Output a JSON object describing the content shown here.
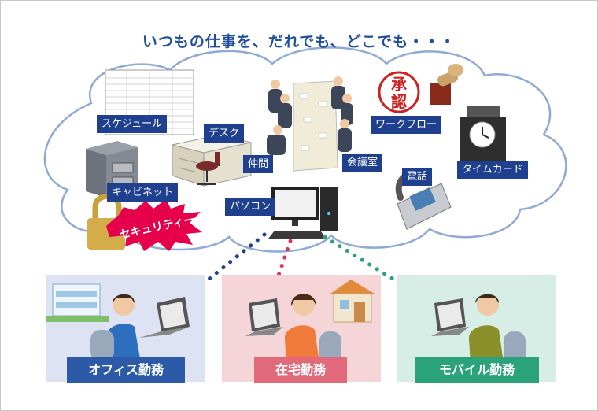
{
  "headline": "いつもの仕事を、だれでも、どこでも・・・",
  "cloud_labels": {
    "schedule": "スケジュール",
    "desk": "デスク",
    "workflow": "ワークフロー",
    "cabinet": "キャビネット",
    "colleague": "仲間",
    "meeting_room": "会議室",
    "time_card": "タイムカード",
    "telephone": "電話",
    "pc": "パソコン",
    "security": "セキュリティー"
  },
  "seal_text": "承認",
  "locations": [
    {
      "label": "オフィス勤務",
      "color": "#2c5aa6",
      "bg": "#dde3f3"
    },
    {
      "label": "在宅勤務",
      "color": "#e06a7a",
      "bg": "#f6d5d8"
    },
    {
      "label": "モバイル勤務",
      "color": "#2aa37a",
      "bg": "#d6eee6"
    }
  ],
  "colors": {
    "accent": "#1f3f8f",
    "headline": "#1f4e9c",
    "cloud_stroke": "#8faad4"
  },
  "icons": [
    "schedule-sheet-icon",
    "desk-icon",
    "seal-icon",
    "clock-icon",
    "cabinet-icon",
    "meeting-people-icon",
    "telephone-icon",
    "computer-icon",
    "padlock-icon",
    "office-building-icon",
    "house-icon",
    "worker-icon",
    "laptop-icon"
  ]
}
